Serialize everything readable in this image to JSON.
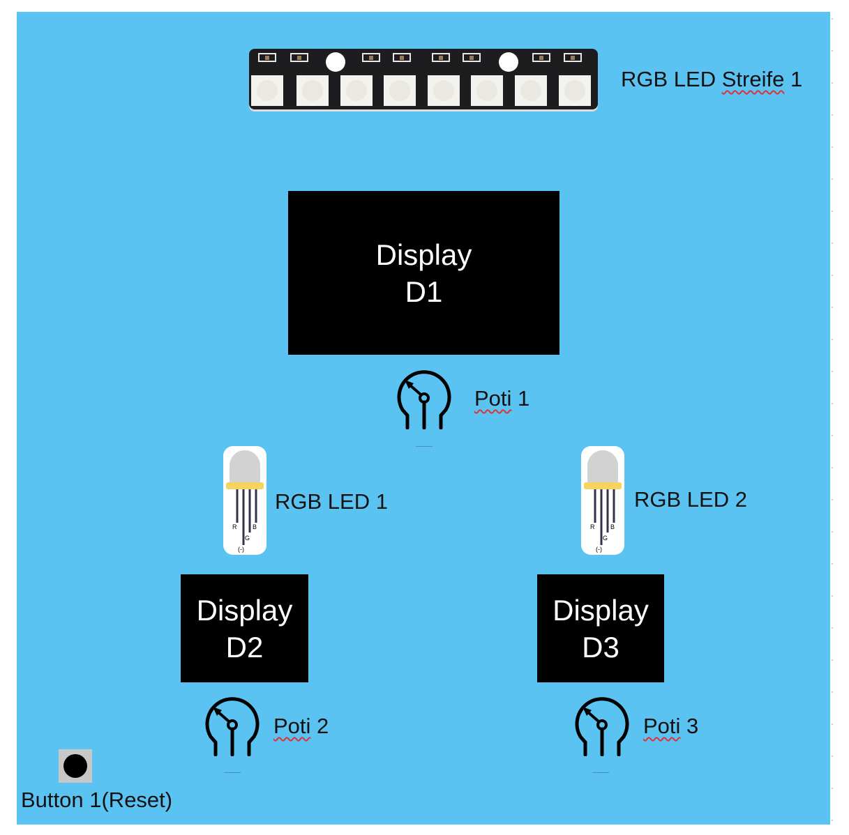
{
  "strip": {
    "label": "RGB LED Streife 1",
    "label_pre": "RGB LED ",
    "label_sq": "Streife",
    "label_post": " 1",
    "led_count": 8
  },
  "displays": [
    {
      "line1": "Display",
      "line2": "D1"
    },
    {
      "line1": "Display",
      "line2": "D2"
    },
    {
      "line1": "Display",
      "line2": "D3"
    }
  ],
  "potis": [
    {
      "word": "Poti",
      "num": " 1"
    },
    {
      "word": "Poti",
      "num": " 2"
    },
    {
      "word": "Poti",
      "num": " 3"
    }
  ],
  "rgb_leds": [
    {
      "label": "RGB LED 1"
    },
    {
      "label": "RGB LED 2"
    }
  ],
  "led_pins": {
    "r": "R",
    "g": "G",
    "b": "B",
    "gnd": "(-)"
  },
  "button": {
    "label": "Button 1(Reset)"
  },
  "colors": {
    "canvas": "#5bc3f2",
    "display": "#000000"
  }
}
